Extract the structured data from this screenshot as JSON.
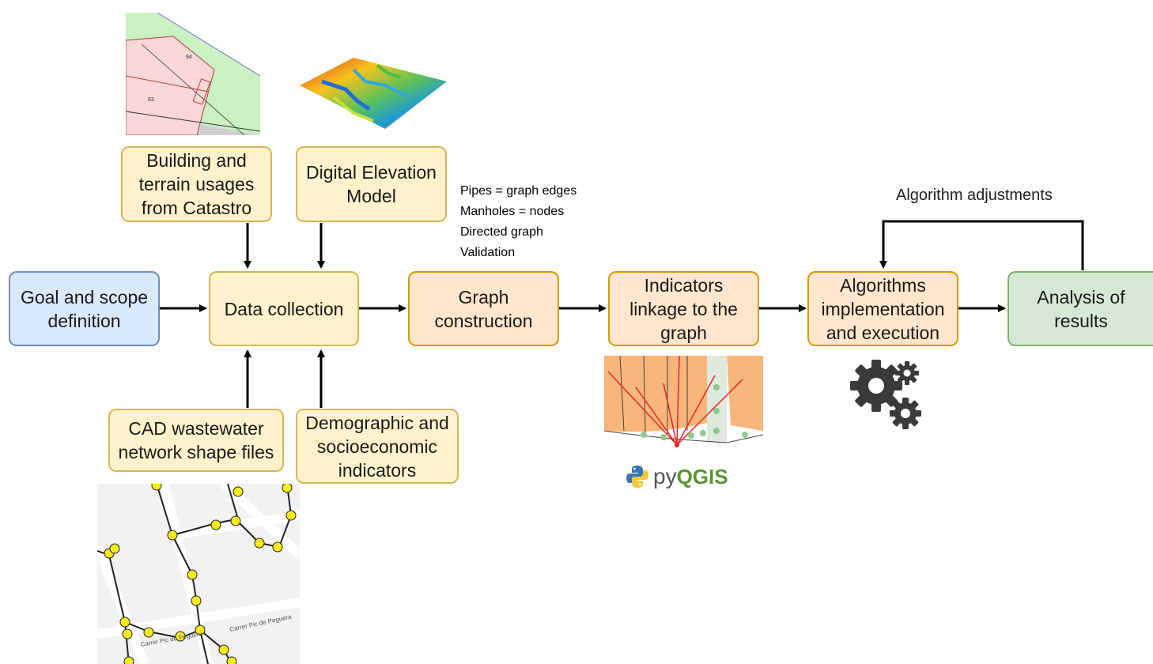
{
  "nodes": {
    "goal": "Goal and scope definition",
    "data_collection": "Data collection",
    "graph_construction": "Graph construction",
    "indicators": "Indicators linkage to the graph",
    "algorithms": "Algorithms implementation and execution",
    "analysis": "Analysis of results",
    "catastro": "Building and terrain usages from Catastro",
    "dem": "Digital Elevation Model",
    "cad": "CAD wastewater network shape files",
    "demographic": "Demographic and socioeconomic indicators"
  },
  "graph_notes": [
    "Pipes = graph edges",
    "Manholes = nodes",
    "Directed graph",
    "Validation"
  ],
  "feedback_label": "Algorithm adjustments",
  "images": {
    "catastro_map": {
      "numbers": [
        "84",
        "63"
      ]
    },
    "street_map": {
      "street_labels": [
        "Carrer Pic de Peguera",
        "Carrer Pic de Peguera"
      ]
    },
    "pyqgis_logo": {
      "prefix": "py",
      "suffix": "QGIS"
    }
  },
  "colors": {
    "yellow_fill": "#fff2cc",
    "yellow_stroke": "#d6b656",
    "orange_fill": "#ffe6cc",
    "orange_stroke": "#d79b00",
    "blue_fill": "#dae8fc",
    "blue_stroke": "#6c8ebf",
    "green_fill": "#d5e8d4",
    "green_stroke": "#82b366"
  }
}
